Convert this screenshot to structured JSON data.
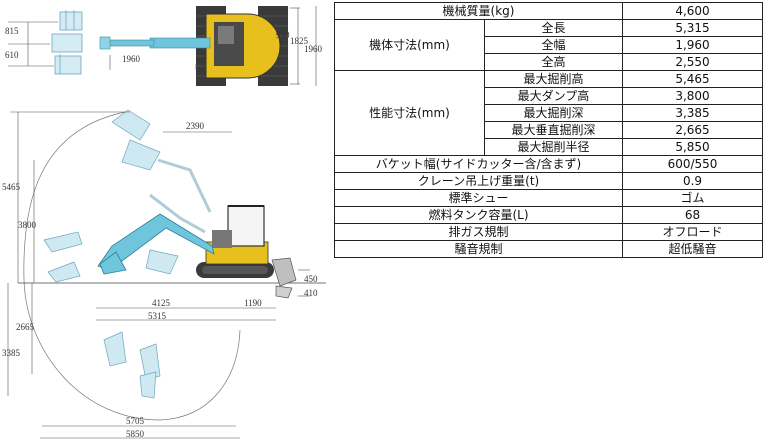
{
  "drawing": {
    "top_view": {
      "dims": {
        "w815": "815",
        "w610": "610",
        "r990": "990",
        "h1825": "1825",
        "h1960_right": "1960",
        "w1960_bottom": "1960"
      }
    },
    "side_view": {
      "dims": {
        "h5465": "5465",
        "w2390": "2390",
        "h3800": "3800",
        "w4125": "4125",
        "w1190": "1190",
        "w5315": "5315",
        "h450": "450",
        "h410": "410",
        "h2665": "2665",
        "h3385": "3385",
        "w5705": "5705",
        "w5850": "5850"
      }
    },
    "colors": {
      "machine_blue": "#6fc6dc",
      "machine_yellow": "#e8c01e",
      "machine_dark": "#3a3a3a"
    }
  },
  "spec_table": {
    "rows": [
      {
        "group": "機械質量(kg)",
        "label": null,
        "value": "4,600"
      },
      {
        "group": "機体寸法(mm)",
        "label": "全長",
        "value": "5,315"
      },
      {
        "group": null,
        "label": "全幅",
        "value": "1,960"
      },
      {
        "group": null,
        "label": "全高",
        "value": "2,550"
      },
      {
        "group": "性能寸法(mm)",
        "label": "最大掘削高",
        "value": "5,465"
      },
      {
        "group": null,
        "label": "最大ダンプ高",
        "value": "3,800"
      },
      {
        "group": null,
        "label": "最大掘削深",
        "value": "3,385"
      },
      {
        "group": null,
        "label": "最大垂直掘削深",
        "value": "2,665"
      },
      {
        "group": null,
        "label": "最大掘削半径",
        "value": "5,850"
      },
      {
        "group": "バケット幅(サイドカッター含/含まず)",
        "label": null,
        "value": "600/550"
      },
      {
        "group": "クレーン吊上げ重量(t)",
        "label": null,
        "value": "0.9"
      },
      {
        "group": "標準シュー",
        "label": null,
        "value": "ゴム"
      },
      {
        "group": "燃料タンク容量(L)",
        "label": null,
        "value": "68"
      },
      {
        "group": "排ガス規制",
        "label": null,
        "value": "オフロード"
      },
      {
        "group": "騒音規制",
        "label": null,
        "value": "超低騒音"
      }
    ]
  }
}
